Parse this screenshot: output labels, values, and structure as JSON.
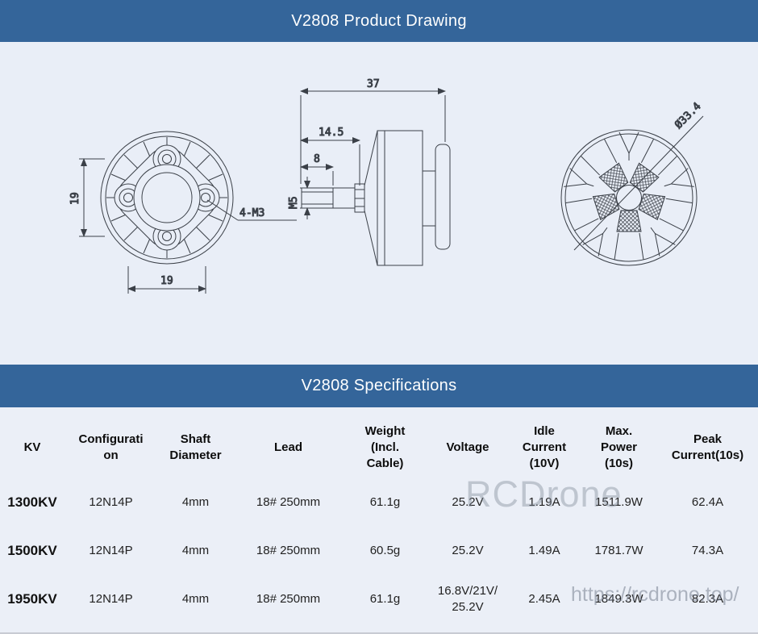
{
  "banners": {
    "drawing_title": "V2808 Product Drawing",
    "specs_title": "V2808 Specifications"
  },
  "drawing": {
    "front_view": {
      "hole_spacing_vertical": "19",
      "hole_spacing_horizontal": "19",
      "hole_callout": "4-M3"
    },
    "side_view": {
      "overall_length": "37",
      "shaft_length": "14.5",
      "thread_length": "8",
      "thread_spec": "M5"
    },
    "rear_view": {
      "diameter": "Ø33.4"
    }
  },
  "watermarks": {
    "brand": "RCDrone",
    "url": "https://rcdrone.top/"
  },
  "colors": {
    "banner_blue": "#34659a",
    "background": "#e9eef7",
    "drawing_line": "#3b4048",
    "watermark_gray": "#8c96a5"
  },
  "spec_table": {
    "columns": [
      "KV",
      "Configurati\non",
      "Shaft\nDiameter",
      "Lead",
      "Weight\n(Incl.\nCable)",
      "Voltage",
      "Idle\nCurrent\n(10V)",
      "Max.\nPower\n(10s)",
      "Peak\nCurrent(10s)"
    ],
    "rows": [
      [
        "1300KV",
        "12N14P",
        "4mm",
        "18# 250mm",
        "61.1g",
        "25.2V",
        "1.19A",
        "1511.9W",
        "62.4A"
      ],
      [
        "1500KV",
        "12N14P",
        "4mm",
        "18# 250mm",
        "60.5g",
        "25.2V",
        "1.49A",
        "1781.7W",
        "74.3A"
      ],
      [
        "1950KV",
        "12N14P",
        "4mm",
        "18# 250mm",
        "61.1g",
        "16.8V/21V/\n25.2V",
        "2.45A",
        "1849.3W",
        "82.3A"
      ]
    ]
  }
}
